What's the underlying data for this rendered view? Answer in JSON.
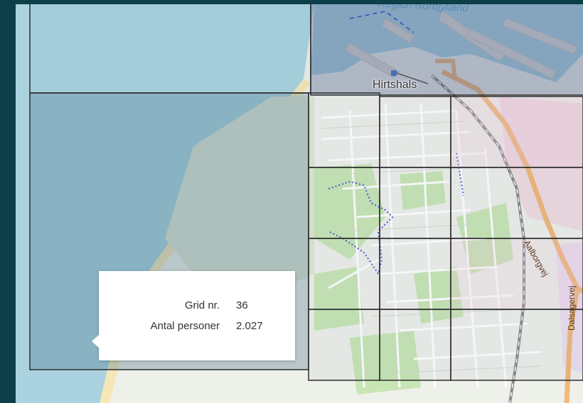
{
  "map": {
    "city_label": "Hirtshals",
    "region_label": "Region Nordjylland",
    "road_labels": [
      "Aalborgvej",
      "Dalsagervej"
    ]
  },
  "tooltip": {
    "rows": [
      {
        "key": "Grid nr.",
        "value": "36"
      },
      {
        "key": "Antal personer",
        "value": "2.027"
      }
    ]
  },
  "colors": {
    "frame": "#0d3f48",
    "sea": "#aad3df",
    "grid_overlay": "#5a7f98",
    "park": "#c8e6b4",
    "road_major": "#f0b87a",
    "tooltip_bg": "#ffffff"
  }
}
